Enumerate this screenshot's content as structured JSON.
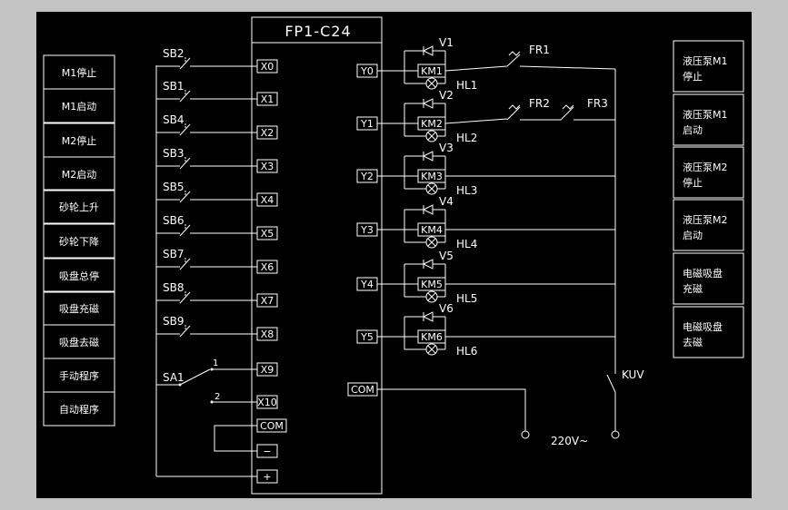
{
  "plc": {
    "model": "FP1-C24",
    "inputs": [
      "X0",
      "X1",
      "X2",
      "X3",
      "X4",
      "X5",
      "X6",
      "X7",
      "X8",
      "X9",
      "X10"
    ],
    "com_in": "COM",
    "minus": "−",
    "plus": "+",
    "outputs": [
      "Y0",
      "Y1",
      "Y2",
      "Y3",
      "Y4",
      "Y5"
    ],
    "com_out": "COM"
  },
  "input_switches": [
    "SB2",
    "SB1",
    "SB4",
    "SB3",
    "SB5",
    "SB6",
    "SB7",
    "SB8",
    "SB9"
  ],
  "selector": {
    "name": "SA1",
    "pos1": "1",
    "pos2": "2"
  },
  "left_labels": [
    "M1停止",
    "M1启动",
    "M2停止",
    "M2启动",
    "砂轮上升",
    "砂轮下降",
    "吸盘总停",
    "吸盘充磁",
    "吸盘去磁",
    "手动程序",
    "自动程序"
  ],
  "right_labels": [
    [
      "液压泵M1",
      "停止"
    ],
    [
      "液压泵M1",
      "启动"
    ],
    [
      "液压泵M2",
      "停止"
    ],
    [
      "液压泵M2",
      "启动"
    ],
    [
      "电磁吸盘",
      "充磁"
    ],
    [
      "电磁吸盘",
      "去磁"
    ]
  ],
  "loads": [
    {
      "diode": "V1",
      "coil": "KM1",
      "lamp": "HL1"
    },
    {
      "diode": "V2",
      "coil": "KM2",
      "lamp": "HL2"
    },
    {
      "diode": "V3",
      "coil": "KM3",
      "lamp": "HL3"
    },
    {
      "diode": "V4",
      "coil": "KM4",
      "lamp": "HL4"
    },
    {
      "diode": "V5",
      "coil": "KM5",
      "lamp": "HL5"
    },
    {
      "diode": "V6",
      "coil": "KM6",
      "lamp": "HL6"
    }
  ],
  "relays": [
    "FR1",
    "FR2",
    "FR3"
  ],
  "contact": "KUV",
  "supply": "220V~"
}
